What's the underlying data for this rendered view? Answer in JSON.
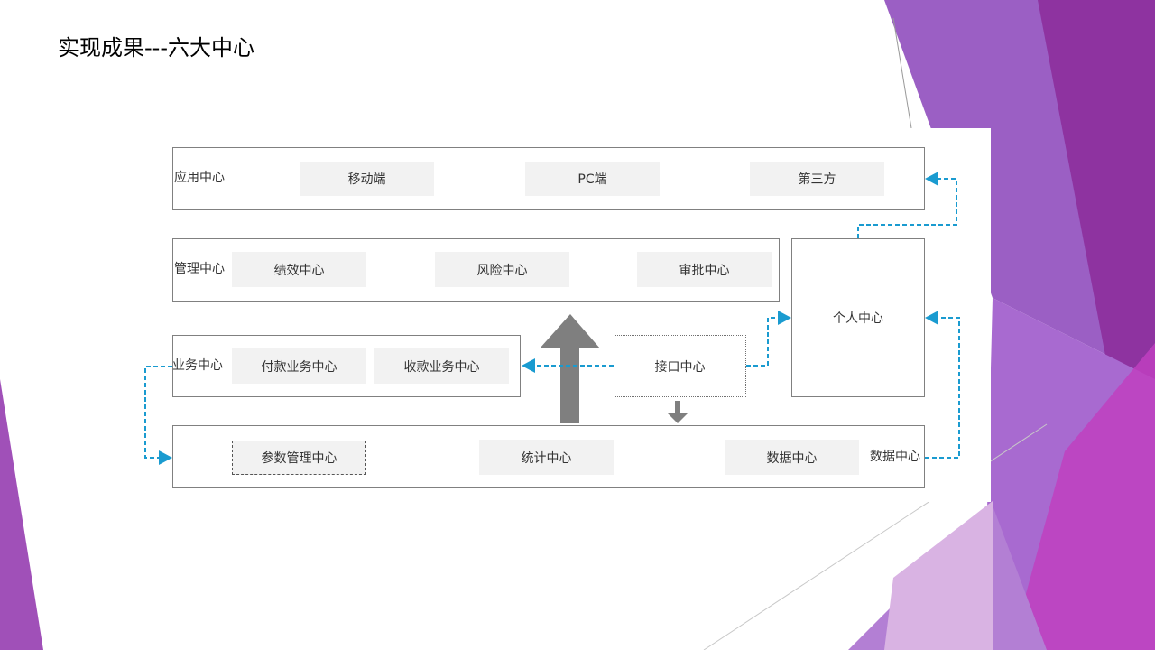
{
  "slide": {
    "title": "实现成果---六大中心"
  },
  "layers": {
    "application": {
      "label": "应用中心",
      "items": [
        "移动端",
        "PC端",
        "第三方"
      ]
    },
    "management": {
      "label": "管理中心",
      "items": [
        "绩效中心",
        "风险中心",
        "审批中心"
      ]
    },
    "business": {
      "label": "业务中心",
      "items": [
        "付款业务中心",
        "收款业务中心"
      ]
    },
    "interface": {
      "label": "接口中心"
    },
    "personal": {
      "label": "个人中心"
    },
    "data": {
      "label": "数据中心",
      "items": [
        "参数管理中心",
        "统计中心",
        "数据中心"
      ]
    }
  },
  "colors": {
    "connector": "#1a9bd0",
    "big_arrow": "#7f7f7f",
    "chip_fill": "#f2f2f2",
    "purple_dark": "#8e3aa6",
    "purple_mid": "#9b59c7",
    "purple_light": "#c89bd8"
  }
}
